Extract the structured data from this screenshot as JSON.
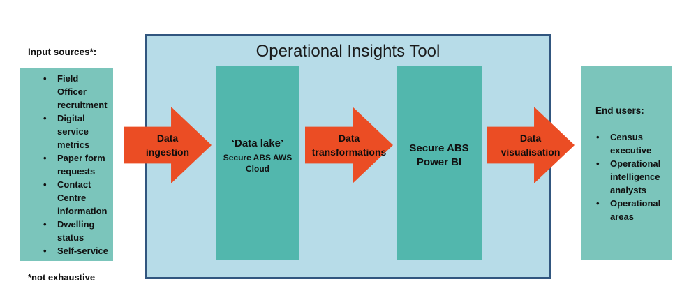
{
  "title": "Operational Insights Tool",
  "bullet": "•",
  "colors": {
    "green": "#7BC5BB",
    "teal": "#52B7AD",
    "light_blue": "#B7DCE8",
    "navy_border": "#31567F",
    "orange": "#EB4D24"
  },
  "input_box": {
    "heading": "Input sources*:",
    "items": [
      "Field Officer recruitment",
      "Digital service metrics",
      "Paper form requests",
      "Contact Centre information",
      "Dwelling status",
      "Self-service"
    ],
    "footnote": "*not exhaustive"
  },
  "pipeline": {
    "arrows": [
      {
        "name": "data-ingestion",
        "lines": [
          "Data",
          "ingestion"
        ]
      },
      {
        "name": "data-transformations",
        "lines": [
          "Data",
          "transformations"
        ]
      },
      {
        "name": "data-visualisation",
        "lines": [
          "Data",
          "visualisation"
        ]
      }
    ],
    "nodes": [
      {
        "name": "data-lake",
        "title": "‘Data lake’",
        "subtitle": "Secure ABS AWS Cloud"
      },
      {
        "name": "power-bi",
        "title": "Secure ABS Power BI"
      }
    ]
  },
  "end_users_box": {
    "heading": "End users:",
    "items": [
      "Census executive",
      "Operational intelligence analysts",
      "Operational areas"
    ]
  }
}
